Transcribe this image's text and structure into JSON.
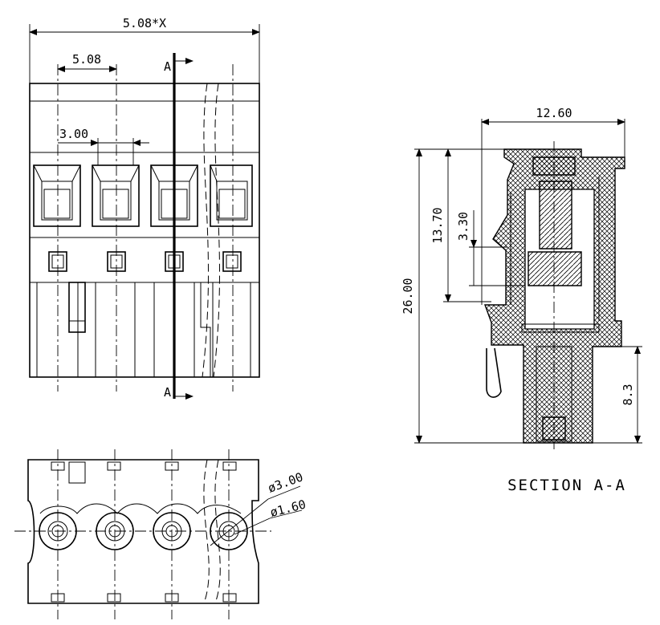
{
  "dimensions": {
    "total_width": "5.08*X",
    "pitch": "5.08",
    "slot_width": "3.00",
    "section_width": "12.60",
    "section_height": "26.00",
    "upper_height": "13.70",
    "inner_height": "3.30",
    "pin_length": "8.3",
    "outer_diameter": "ø3.00",
    "inner_diameter": "ø1.60"
  },
  "section_markers": {
    "top": "A",
    "bottom": "A"
  },
  "section_title": "SECTION A-A"
}
